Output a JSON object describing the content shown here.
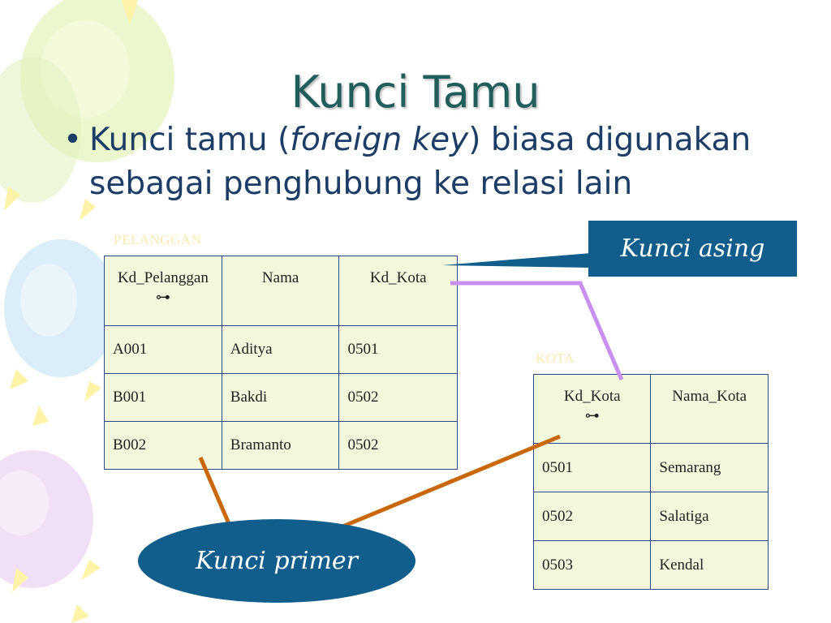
{
  "title": "Kunci Tamu",
  "bullet": {
    "part1": "Kunci tamu (",
    "italic": "foreign key",
    "part2": ") biasa digunakan sebagai penghubung ke relasi lain"
  },
  "table_pelanggan": {
    "label": "PELANGGAN",
    "headers": [
      "Kd_Pelanggan",
      "Nama",
      "Kd_Kota"
    ],
    "key_icon": "⊶",
    "rows": [
      [
        "A001",
        "Aditya",
        "0501"
      ],
      [
        "B001",
        "Bakdi",
        "0502"
      ],
      [
        "B002",
        "Bramanto",
        "0502"
      ]
    ]
  },
  "table_kota": {
    "label": "KOTA",
    "headers": [
      "Kd_Kota",
      "Nama_Kota"
    ],
    "key_icon": "⊶",
    "rows": [
      [
        "0501",
        "Semarang"
      ],
      [
        "0502",
        "Salatiga"
      ],
      [
        "0503",
        "Kendal"
      ]
    ]
  },
  "callouts": {
    "asing": "Kunci asing",
    "primer": "Kunci primer"
  },
  "colors": {
    "title": "#1f5e5a",
    "text": "#1c3d66",
    "callout": "#115e8c",
    "table_fill": "#f3f8dc",
    "table_border": "#2b4a8c",
    "link_line": "#c98ff0",
    "primary_line": "#c8680a"
  }
}
